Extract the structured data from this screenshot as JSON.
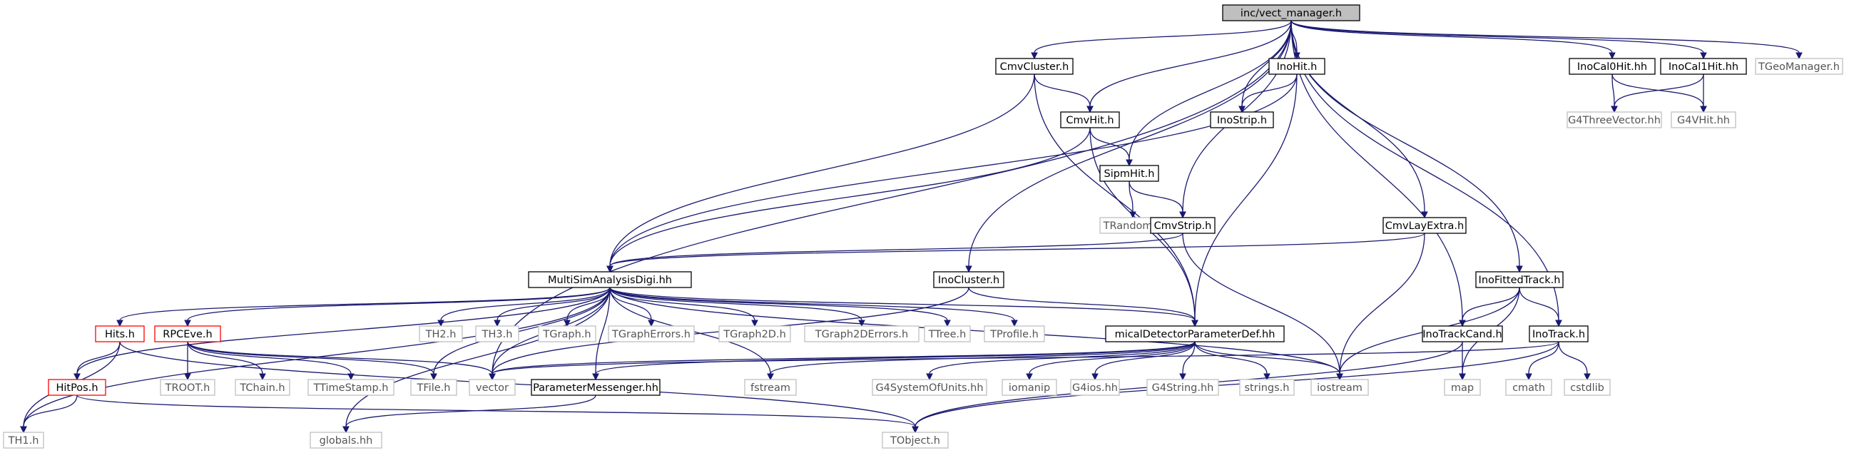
{
  "graph": {
    "nodes": [
      {
        "id": "vect",
        "label": "inc/vect_manager.h",
        "style": "root"
      },
      {
        "id": "cmvcluster",
        "label": "CmvCluster.h",
        "style": "normal"
      },
      {
        "id": "inohit",
        "label": "InoHit.h",
        "style": "normal"
      },
      {
        "id": "inocal0",
        "label": "InoCal0Hit.hh",
        "style": "normal"
      },
      {
        "id": "inocal1",
        "label": "InoCal1Hit.hh",
        "style": "normal"
      },
      {
        "id": "tgeo",
        "label": "TGeoManager.h",
        "style": "missing"
      },
      {
        "id": "cmvhit",
        "label": "CmvHit.h",
        "style": "normal"
      },
      {
        "id": "inostrip",
        "label": "InoStrip.h",
        "style": "normal"
      },
      {
        "id": "g4three",
        "label": "G4ThreeVector.hh",
        "style": "missing"
      },
      {
        "id": "g4vhit",
        "label": "G4VHit.hh",
        "style": "missing"
      },
      {
        "id": "sipmhit",
        "label": "SipmHit.h",
        "style": "normal"
      },
      {
        "id": "trandom",
        "label": "TRandom.h",
        "style": "missing"
      },
      {
        "id": "cmvstrip",
        "label": "CmvStrip.h",
        "style": "normal"
      },
      {
        "id": "cmvlay",
        "label": "CmvLayExtra.h",
        "style": "normal"
      },
      {
        "id": "msad",
        "label": "MultiSimAnalysisDigi.hh",
        "style": "normal"
      },
      {
        "id": "inocluster",
        "label": "InoCluster.h",
        "style": "normal"
      },
      {
        "id": "inofitted",
        "label": "InoFittedTrack.h",
        "style": "normal"
      },
      {
        "id": "hits",
        "label": "Hits.h",
        "style": "red"
      },
      {
        "id": "rpceve",
        "label": "RPCEve.h",
        "style": "red"
      },
      {
        "id": "th2",
        "label": "TH2.h",
        "style": "missing"
      },
      {
        "id": "th3",
        "label": "TH3.h",
        "style": "missing"
      },
      {
        "id": "tgraph",
        "label": "TGraph.h",
        "style": "missing"
      },
      {
        "id": "tgrapherr",
        "label": "TGraphErrors.h",
        "style": "missing"
      },
      {
        "id": "tgraph2d",
        "label": "TGraph2D.h",
        "style": "missing"
      },
      {
        "id": "tgraph2derr",
        "label": "TGraph2DErrors.h",
        "style": "missing"
      },
      {
        "id": "ttree",
        "label": "TTree.h",
        "style": "missing"
      },
      {
        "id": "tprofile",
        "label": "TProfile.h",
        "style": "missing"
      },
      {
        "id": "mical",
        "label": "micalDetectorParameterDef.hh",
        "style": "normal"
      },
      {
        "id": "inotrackcand",
        "label": "InoTrackCand.h",
        "style": "normal"
      },
      {
        "id": "inotrack",
        "label": "InoTrack.h",
        "style": "normal"
      },
      {
        "id": "hitpos",
        "label": "HitPos.h",
        "style": "red"
      },
      {
        "id": "troot",
        "label": "TROOT.h",
        "style": "missing"
      },
      {
        "id": "tchain",
        "label": "TChain.h",
        "style": "missing"
      },
      {
        "id": "ttimestamp",
        "label": "TTimeStamp.h",
        "style": "missing"
      },
      {
        "id": "tfile",
        "label": "TFile.h",
        "style": "missing"
      },
      {
        "id": "vector",
        "label": "vector",
        "style": "missing"
      },
      {
        "id": "parammsg",
        "label": "ParameterMessenger.hh",
        "style": "normal"
      },
      {
        "id": "fstream",
        "label": "fstream",
        "style": "missing"
      },
      {
        "id": "g4sys",
        "label": "G4SystemOfUnits.hh",
        "style": "missing"
      },
      {
        "id": "iomanip",
        "label": "iomanip",
        "style": "missing"
      },
      {
        "id": "g4ios",
        "label": "G4ios.hh",
        "style": "missing"
      },
      {
        "id": "g4string",
        "label": "G4String.hh",
        "style": "missing"
      },
      {
        "id": "stringsh",
        "label": "strings.h",
        "style": "missing"
      },
      {
        "id": "iostream",
        "label": "iostream",
        "style": "missing"
      },
      {
        "id": "map",
        "label": "map",
        "style": "missing"
      },
      {
        "id": "cmath",
        "label": "cmath",
        "style": "missing"
      },
      {
        "id": "cstdlib",
        "label": "cstdlib",
        "style": "missing"
      },
      {
        "id": "th1",
        "label": "TH1.h",
        "style": "missing"
      },
      {
        "id": "globals",
        "label": "globals.hh",
        "style": "missing"
      },
      {
        "id": "tobject",
        "label": "TObject.h",
        "style": "missing"
      }
    ],
    "edges": [
      [
        "vect",
        "cmvcluster"
      ],
      [
        "vect",
        "inohit"
      ],
      [
        "vect",
        "inocal0"
      ],
      [
        "vect",
        "inocal1"
      ],
      [
        "vect",
        "tgeo"
      ],
      [
        "vect",
        "cmvhit"
      ],
      [
        "vect",
        "inostrip"
      ],
      [
        "vect",
        "sipmhit"
      ],
      [
        "vect",
        "cmvstrip"
      ],
      [
        "vect",
        "cmvlay"
      ],
      [
        "vect",
        "inocluster"
      ],
      [
        "vect",
        "inofitted"
      ],
      [
        "vect",
        "inotrackcand"
      ],
      [
        "vect",
        "inotrack"
      ],
      [
        "vect",
        "vector"
      ],
      [
        "cmvcluster",
        "cmvhit"
      ],
      [
        "cmvcluster",
        "msad"
      ],
      [
        "cmvcluster",
        "mical"
      ],
      [
        "inohit",
        "inostrip"
      ],
      [
        "inohit",
        "msad"
      ],
      [
        "inohit",
        "mical"
      ],
      [
        "inocal0",
        "g4three"
      ],
      [
        "inocal0",
        "g4vhit"
      ],
      [
        "inocal1",
        "g4three"
      ],
      [
        "inocal1",
        "g4vhit"
      ],
      [
        "cmvhit",
        "sipmhit"
      ],
      [
        "cmvhit",
        "msad"
      ],
      [
        "cmvhit",
        "mical"
      ],
      [
        "sipmhit",
        "trandom"
      ],
      [
        "sipmhit",
        "cmvstrip"
      ],
      [
        "cmvstrip",
        "msad"
      ],
      [
        "cmvstrip",
        "iostream"
      ],
      [
        "cmvlay",
        "msad"
      ],
      [
        "cmvlay",
        "iostream"
      ],
      [
        "msad",
        "hits"
      ],
      [
        "msad",
        "rpceve"
      ],
      [
        "msad",
        "th2"
      ],
      [
        "msad",
        "th3"
      ],
      [
        "msad",
        "tgraph"
      ],
      [
        "msad",
        "tgrapherr"
      ],
      [
        "msad",
        "tgraph2d"
      ],
      [
        "msad",
        "tgraph2derr"
      ],
      [
        "msad",
        "ttree"
      ],
      [
        "msad",
        "tprofile"
      ],
      [
        "msad",
        "mical"
      ],
      [
        "msad",
        "hitpos"
      ],
      [
        "msad",
        "tfile"
      ],
      [
        "msad",
        "vector"
      ],
      [
        "msad",
        "parammsg"
      ],
      [
        "msad",
        "fstream"
      ],
      [
        "msad",
        "iostream"
      ],
      [
        "msad",
        "th1"
      ],
      [
        "msad",
        "globals"
      ],
      [
        "inocluster",
        "mical"
      ],
      [
        "inocluster",
        "vector"
      ],
      [
        "inofitted",
        "inotrackcand"
      ],
      [
        "inofitted",
        "inotrack"
      ],
      [
        "inofitted",
        "iostream"
      ],
      [
        "inofitted",
        "map"
      ],
      [
        "hits",
        "hitpos"
      ],
      [
        "hits",
        "th1"
      ],
      [
        "hits",
        "tobject"
      ],
      [
        "rpceve",
        "troot"
      ],
      [
        "rpceve",
        "tchain"
      ],
      [
        "rpceve",
        "ttimestamp"
      ],
      [
        "rpceve",
        "tfile"
      ],
      [
        "rpceve",
        "vector"
      ],
      [
        "mical",
        "vector"
      ],
      [
        "mical",
        "parammsg"
      ],
      [
        "mical",
        "fstream"
      ],
      [
        "mical",
        "g4sys"
      ],
      [
        "mical",
        "iomanip"
      ],
      [
        "mical",
        "g4ios"
      ],
      [
        "mical",
        "g4string"
      ],
      [
        "mical",
        "stringsh"
      ],
      [
        "mical",
        "iostream"
      ],
      [
        "inotrackcand",
        "map"
      ],
      [
        "inotrackcand",
        "tobject"
      ],
      [
        "inotrack",
        "vector"
      ],
      [
        "inotrack",
        "cmath"
      ],
      [
        "inotrack",
        "cstdlib"
      ],
      [
        "inotrack",
        "tobject"
      ],
      [
        "hitpos",
        "th1"
      ],
      [
        "hitpos",
        "tobject"
      ],
      [
        "parammsg",
        "globals"
      ]
    ]
  },
  "colors": {
    "edge": "#191970",
    "root_fill": "#bfbfbf",
    "normal_border": "#000000",
    "missing_border": "#bfbfbf",
    "red_border": "#ff0000",
    "text_dark": "#000000",
    "text_missing": "#555555"
  }
}
